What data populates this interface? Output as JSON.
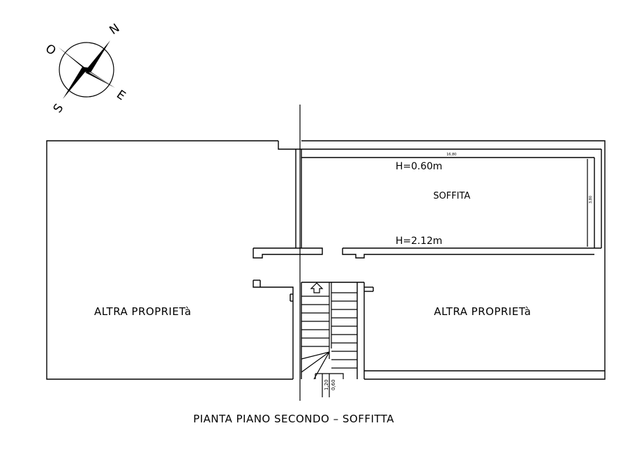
{
  "compass": {
    "north": "N",
    "east": "E",
    "south": "S",
    "west": "O"
  },
  "rooms": {
    "left_label": "ALTRA PROPRIETà",
    "right_label": "ALTRA PROPRIETà",
    "attic_label": "SOFFITA"
  },
  "dimensions": {
    "height_top": "H=0.60m",
    "height_bottom": "H=2.12m",
    "attic_length": "16,80",
    "attic_depth": "3,80",
    "stair_width_1": "1,20",
    "stair_width_2": "0,60"
  },
  "title": "PIANTA PIANO SECONDO – SOFFITTA"
}
